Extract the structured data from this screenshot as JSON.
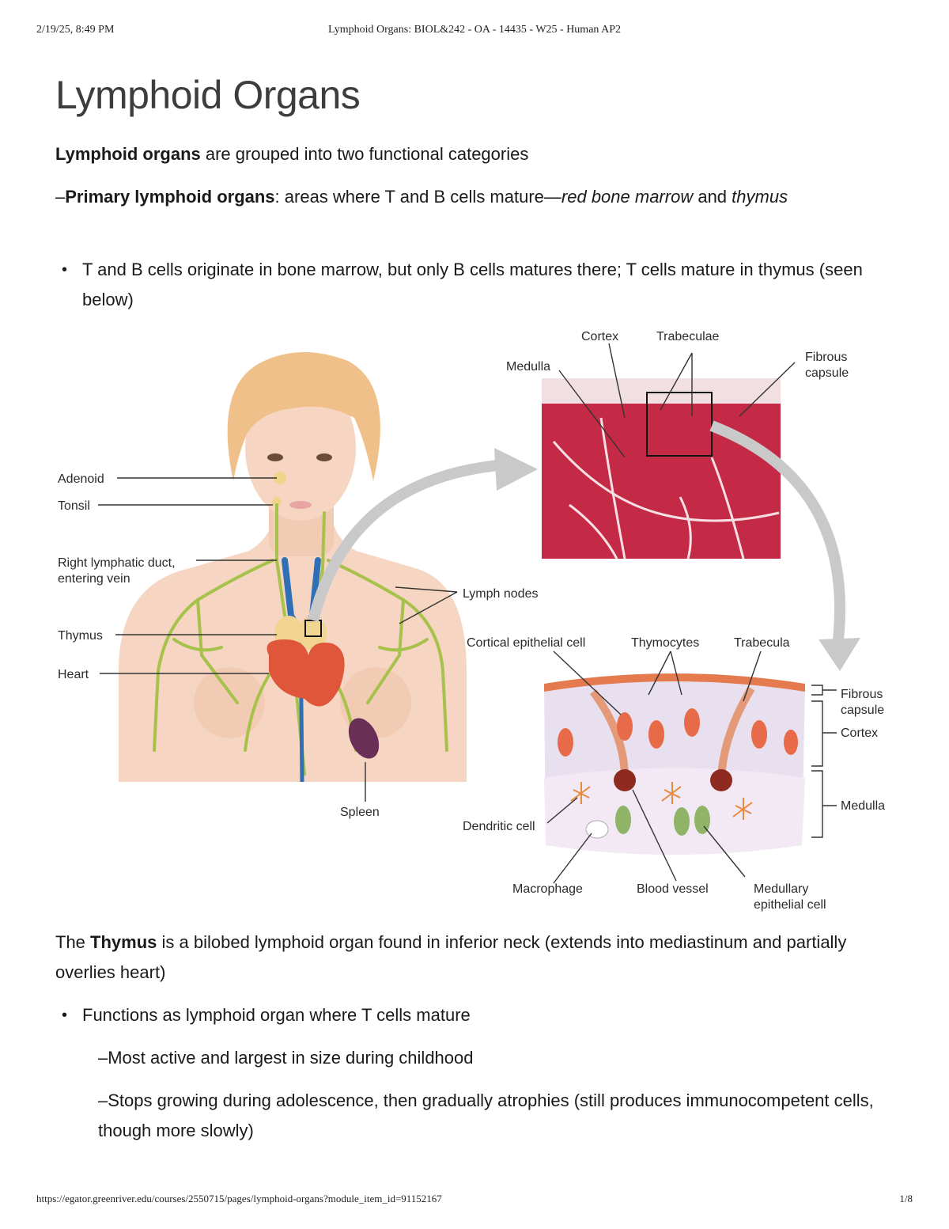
{
  "print_header": {
    "datetime": "2/19/25, 8:49 PM",
    "page_title": "Lymphoid Organs: BIOL&242 - OA - 14435 - W25 - Human AP2"
  },
  "title": "Lymphoid Organs",
  "intro": {
    "bold": "Lymphoid organs",
    "rest": " are grouped into two functional categories"
  },
  "primary": {
    "prefix": "–",
    "bold": "Primary lymphoid organs",
    "mid": ": areas where T and B cells mature—",
    "italic1": "red bone marrow",
    "and": " and ",
    "italic2": "thymus"
  },
  "bullet1": "T and B cells originate in bone marrow, but only B cells matures there; T cells mature in thymus (seen below)",
  "figure": {
    "left_labels": {
      "adenoid": "Adenoid",
      "tonsil": "Tonsil",
      "right_duct_1": "Right lymphatic duct,",
      "right_duct_2": "entering vein",
      "thymus": "Thymus",
      "heart": "Heart",
      "spleen": "Spleen",
      "lymph_nodes": "Lymph nodes"
    },
    "micro_labels": {
      "cortex": "Cortex",
      "trabeculae": "Trabeculae",
      "medulla": "Medulla",
      "fibrous_1": "Fibrous",
      "fibrous_2": "capsule"
    },
    "detail_labels": {
      "cortical_epithelial": "Cortical epithelial cell",
      "thymocytes": "Thymocytes",
      "trabecula": "Trabecula",
      "fibrous_1": "Fibrous",
      "fibrous_2": "capsule",
      "cortex": "Cortex",
      "medulla": "Medulla",
      "dendritic": "Dendritic cell",
      "macrophage": "Macrophage",
      "blood_vessel": "Blood vessel",
      "medullary_1": "Medullary",
      "medullary_2": "epithelial cell"
    },
    "colors": {
      "skin": "#f6d6c2",
      "hair": "#f0c08a",
      "lymph": "#a6c24a",
      "vein": "#2f6fb5",
      "heart": "#e0563a",
      "spleen": "#6a2f57",
      "tissue": "#c42a45",
      "arrow": "#c9c9c9"
    }
  },
  "thymus_para": {
    "pre": "The ",
    "bold": "Thymus",
    "rest": " is a bilobed lymphoid organ found in inferior neck (extends into mediastinum and partially overlies heart)"
  },
  "bullet2": "Functions as lymphoid organ where T cells mature",
  "sub1": "–Most active and largest in size during childhood",
  "sub2": "–Stops growing during adolescence, then gradually atrophies (still produces immunocompetent cells, though more slowly)",
  "print_footer": {
    "url": "https://egator.greenriver.edu/courses/2550715/pages/lymphoid-organs?module_item_id=91152167",
    "page": "1/8"
  }
}
